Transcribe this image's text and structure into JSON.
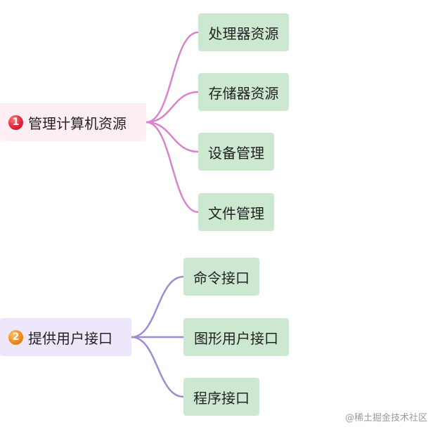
{
  "roots": [
    {
      "badge": "1",
      "label": "管理计算机资源",
      "color": "#d983cf",
      "children": [
        "处理器资源",
        "存储器资源",
        "设备管理",
        "文件管理"
      ]
    },
    {
      "badge": "2",
      "label": "提供用户接口",
      "color": "#a08ad4",
      "children": [
        "命令接口",
        "图形用户接口",
        "程序接口"
      ]
    }
  ],
  "watermark": "@稀土掘金技术社区"
}
